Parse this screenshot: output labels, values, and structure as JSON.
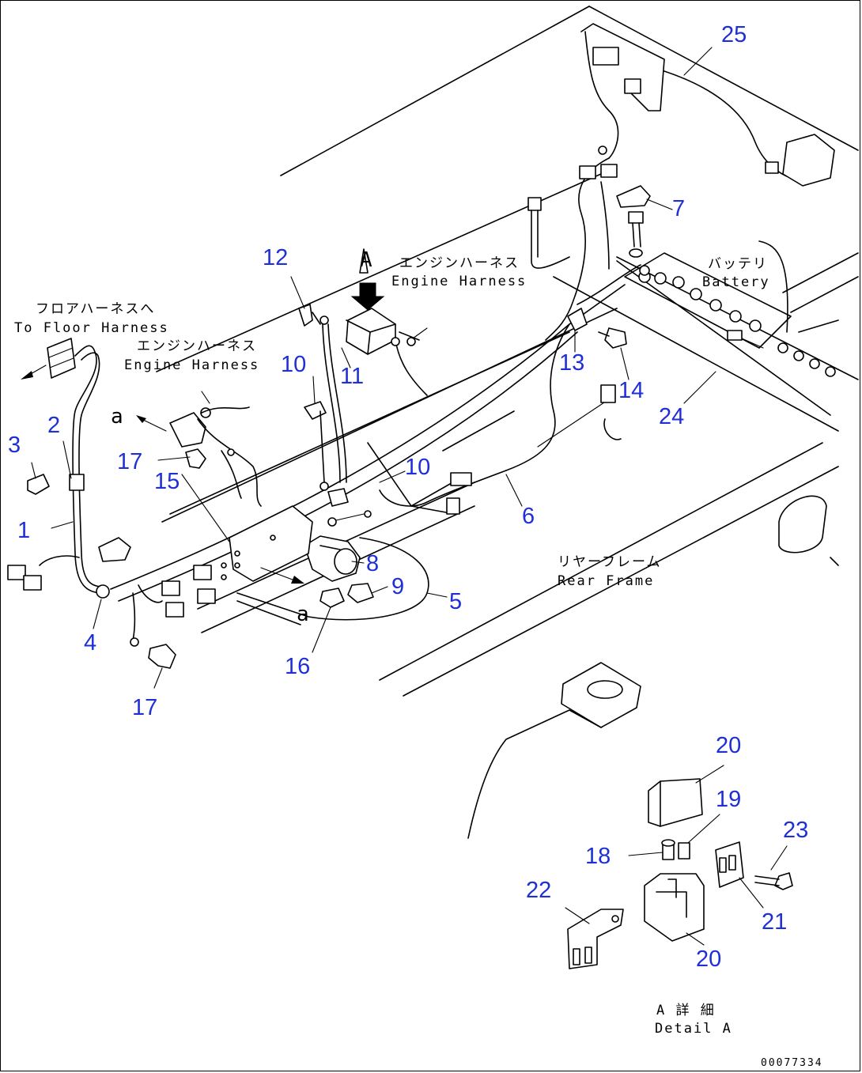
{
  "callouts": {
    "c1": "1",
    "c2": "2",
    "c3": "3",
    "c4": "4",
    "c5": "5",
    "c6": "6",
    "c7": "7",
    "c8": "8",
    "c9": "9",
    "c10a": "10",
    "c10b": "10",
    "c11": "11",
    "c12": "12",
    "c13": "13",
    "c14": "14",
    "c15": "15",
    "c16": "16",
    "c17a": "17",
    "c17b": "17",
    "c18": "18",
    "c19": "19",
    "c20a": "20",
    "c20b": "20",
    "c21": "21",
    "c22": "22",
    "c23": "23",
    "c24": "24",
    "c25": "25"
  },
  "notes": {
    "floor_jp": "フロアハーネスへ",
    "floor_en": "To Floor Harness",
    "engine1_jp": "エンジンハーネス",
    "engine1_en": "Engine Harness",
    "engine2_jp": "エンジンハーネス",
    "engine2_en": "Engine Harness",
    "battery_jp": "バッテリ",
    "battery_en": "Battery",
    "rear_jp": "リヤーフレーム",
    "rear_en": "Rear Frame",
    "detail_jp": "A 詳 細",
    "detail_en": "Detail A",
    "view_a": "A",
    "mark_a1": "a",
    "mark_a2": "a"
  },
  "drawing_id": "00077334",
  "colors": {
    "callout": "#1f2fd6",
    "line": "#000000",
    "background": "#ffffff"
  }
}
